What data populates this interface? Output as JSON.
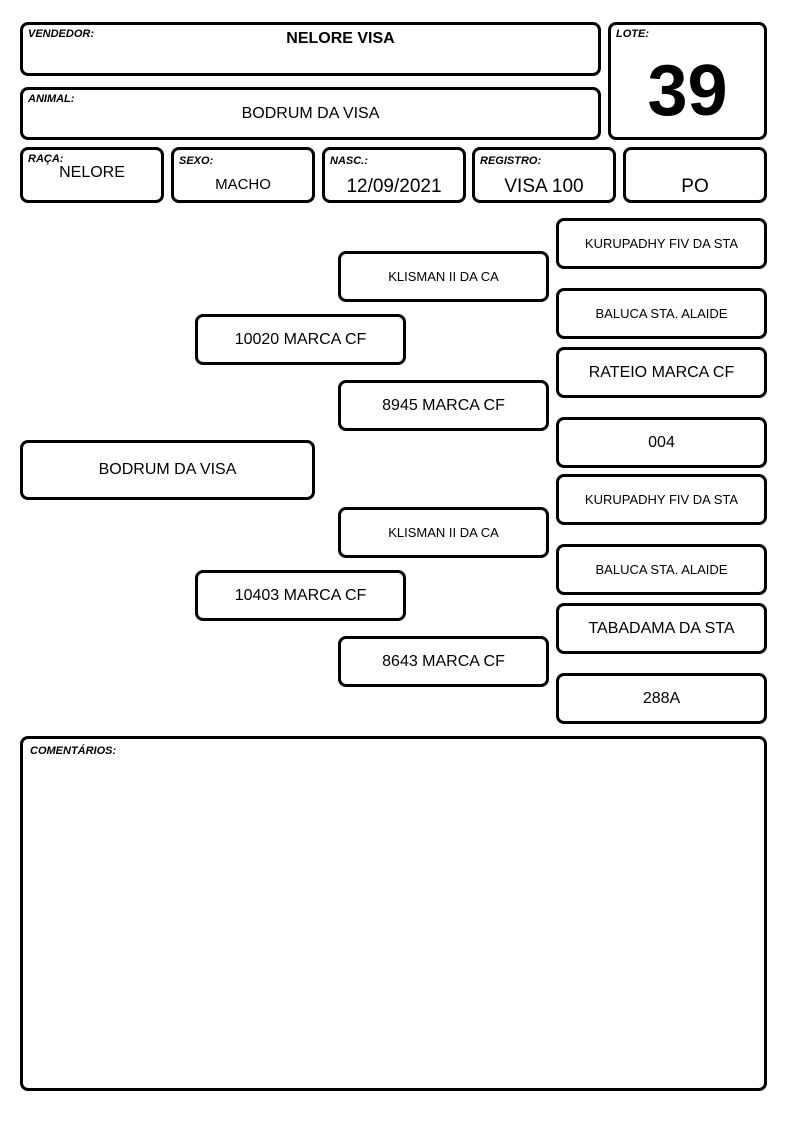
{
  "header": {
    "vendedor_label": "VENDEDOR:",
    "vendedor_value": "NELORE VISA",
    "lote_label": "LOTE:",
    "lote_value": "39",
    "animal_label": "ANIMAL:",
    "animal_value": "BODRUM DA VISA"
  },
  "info": {
    "raca_label": "RAÇA:",
    "raca_value": "NELORE",
    "sexo_label": "SEXO:",
    "sexo_value": "MACHO",
    "nasc_label": "NASC.:",
    "nasc_value": "12/09/2021",
    "registro_label": "REGISTRO:",
    "registro_value": "VISA 100",
    "categoria_value": "PO"
  },
  "pedigree": {
    "animal": "BODRUM DA VISA",
    "sire": "10020 MARCA CF",
    "dam": "10403 MARCA CF",
    "sire_sire": "KLISMAN II DA CA",
    "sire_dam": "8945 MARCA CF",
    "dam_sire": "KLISMAN II DA CA",
    "dam_dam": "8643 MARCA CF",
    "ggp": [
      "KURUPADHY FIV DA STA",
      "BALUCA STA. ALAIDE",
      "RATEIO MARCA CF",
      "004",
      "KURUPADHY FIV DA STA",
      "BALUCA STA. ALAIDE",
      "TABADAMA DA STA",
      "288A"
    ]
  },
  "comments": {
    "label": "COMENTÁRIOS:",
    "value": ""
  }
}
